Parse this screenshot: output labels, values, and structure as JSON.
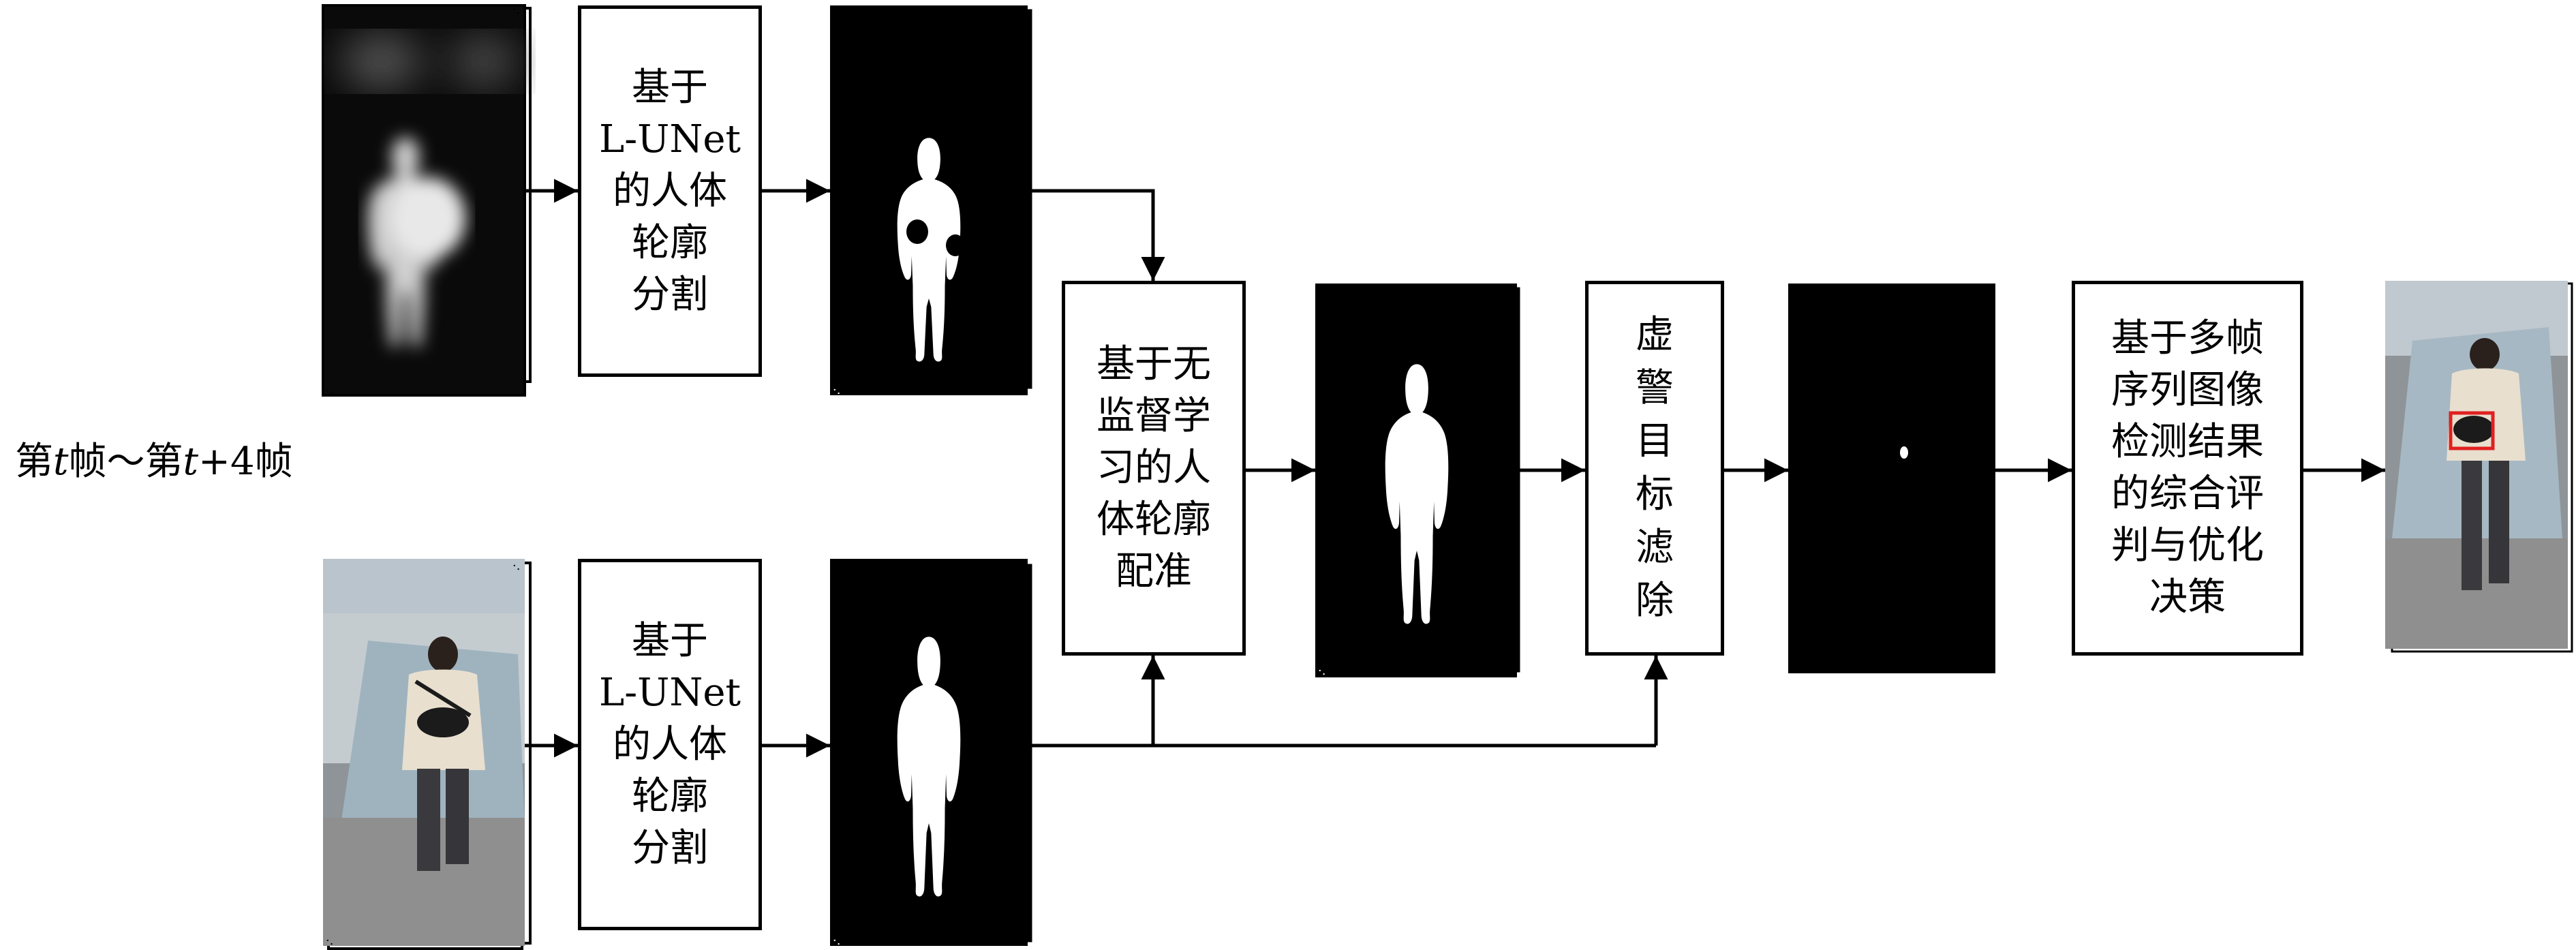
{
  "frame_range_label": {
    "part1": "第",
    "var1": "t",
    "part2": "帧～第",
    "var2": "t",
    "part3": "+4帧"
  },
  "steps": {
    "segmentation_top": "基于\nL-UNet\n的人体\n轮廓\n分割",
    "segmentation_bottom": "基于\nL-UNet\n的人体\n轮廓\n分割",
    "registration": "基于无\n监督学\n习的人\n体轮廓\n配准",
    "false_alarm_filter": "虚\n警\n目\n标\n滤\n除",
    "multi_frame_decision": "基于多帧\n序列图像\n检测结果\n的综合评\n判与优化\n决策"
  },
  "colors": {
    "line": "#000000",
    "mask_background": "#000000",
    "mask_foreground": "#ffffff",
    "detection_box": "#e02020"
  }
}
